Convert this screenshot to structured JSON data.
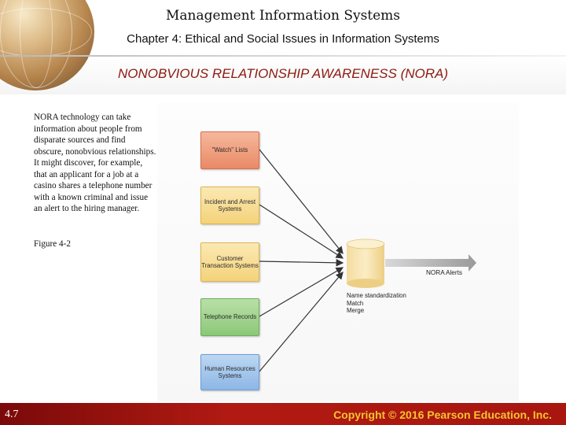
{
  "header": {
    "title": "Management Information Systems",
    "subtitle": "Chapter 4: Ethical and Social Issues in Information Systems"
  },
  "slide": {
    "title": "NONOBVIOUS RELATIONSHIP AWARENESS (NORA)",
    "body": "NORA technology can take information about people from disparate sources and find obscure, nonobvious relationships. It might discover, for example, that an applicant for a job at a casino shares a telephone number with a known criminal and issue an alert to the hiring manager.",
    "figure_label": "Figure 4-2"
  },
  "diagram": {
    "sources": [
      {
        "label": "\"Watch\" Lists",
        "color": "#ea8a66"
      },
      {
        "label": "Incident and Arrest Systems",
        "color": "#f4d27a"
      },
      {
        "label": "Customer Transaction Systems",
        "color": "#f4d27a"
      },
      {
        "label": "Telephone Records",
        "color": "#8cc878"
      },
      {
        "label": "Human Resources Systems",
        "color": "#8db7e6"
      }
    ],
    "database_ops": [
      "Name standardization",
      "Match",
      "Merge"
    ],
    "output": "NORA Alerts"
  },
  "footer": {
    "slide_number": "4.7",
    "copyright": "Copyright © 2016 Pearson Education, Inc."
  },
  "colors": {
    "title_red": "#8b1a10",
    "footer_red": "#a8160f",
    "copyright_gold": "#f4c430"
  }
}
